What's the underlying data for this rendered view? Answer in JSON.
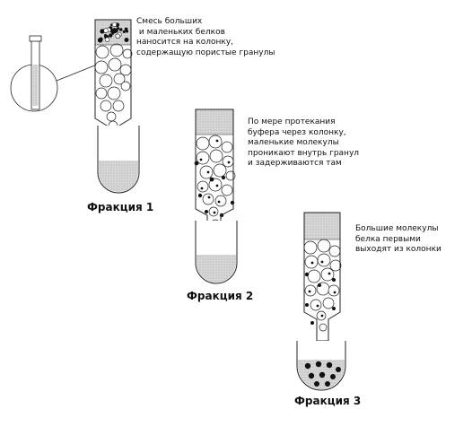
{
  "captions": {
    "step1": "Смесь больших\n и маленьких белков\nнаносится на колонку,\nсодержащую пористые гранулы",
    "step2": "По мере протекания\nбуфера через колонку,\nмаленькие молекулы\nпроникают внутрь гранул\nи задерживаются там",
    "step3": "Большие молекулы\nбелка первыми\nвыходят из колонки"
  },
  "fractions": {
    "f1": "Фракция 1",
    "f2": "Фракция 2",
    "f3": "Фракция 3"
  },
  "colors": {
    "stroke": "#222222",
    "fill_gray": "#d4d4d4",
    "bead": "#ffffff",
    "molecule": "#111111"
  }
}
